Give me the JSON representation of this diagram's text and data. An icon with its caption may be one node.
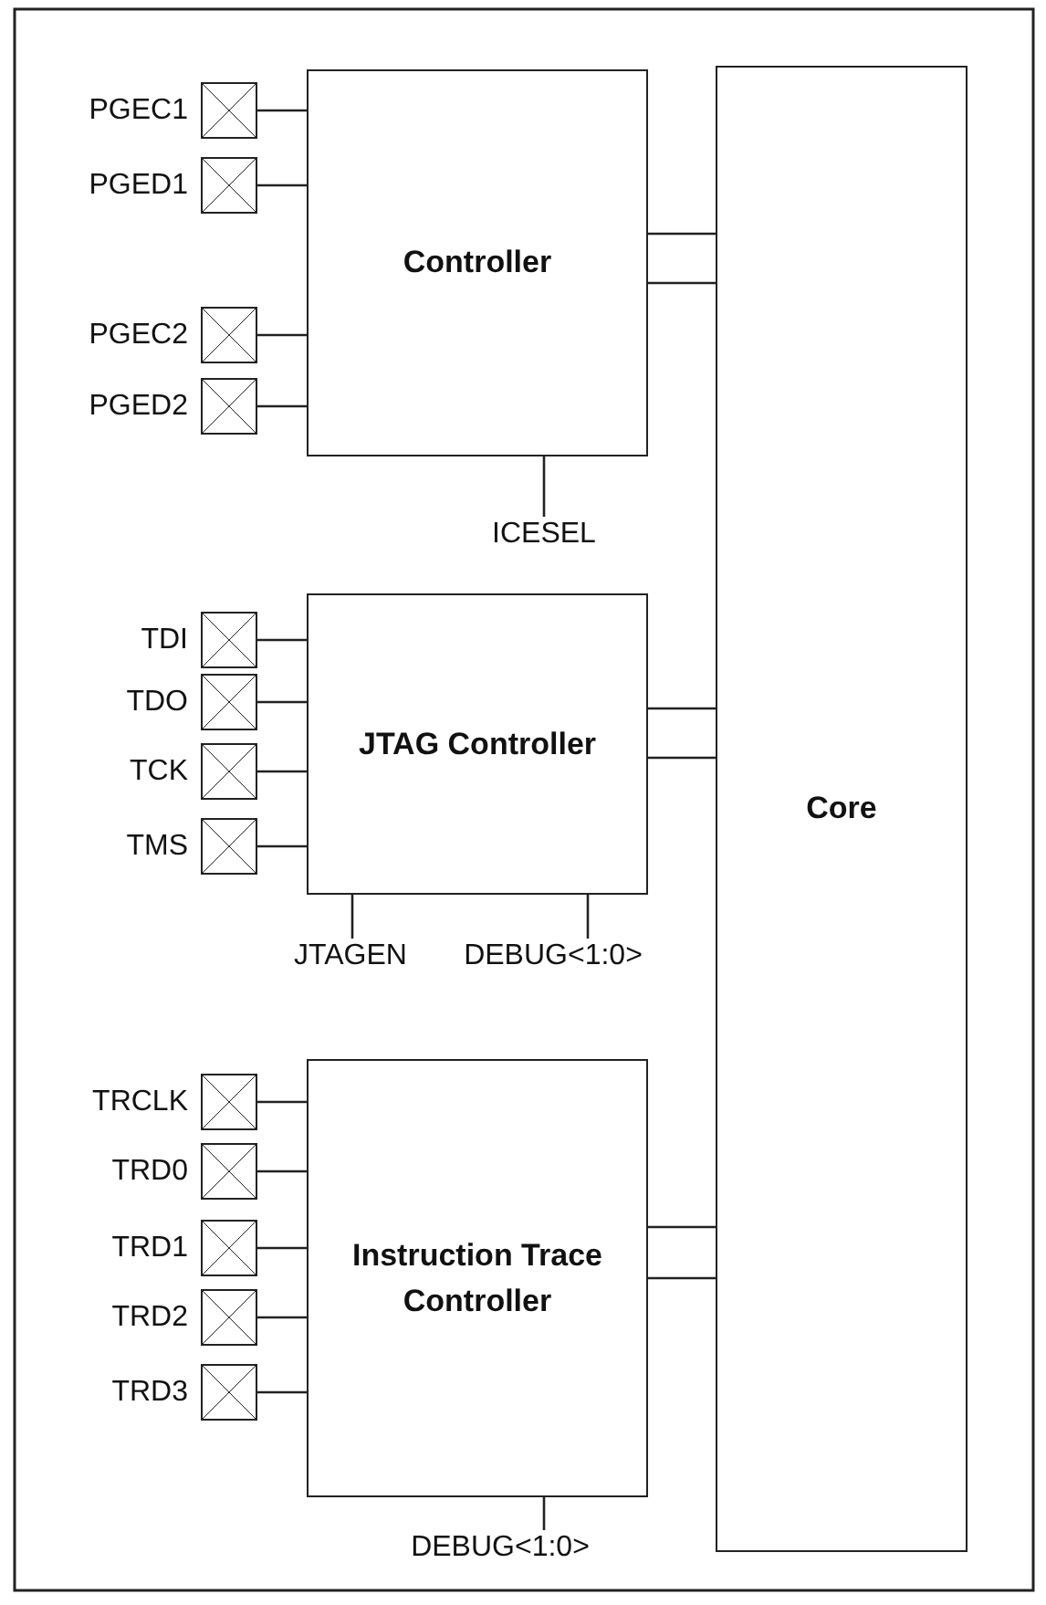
{
  "diagram": {
    "nodes": [
      {
        "text": [
          "Controller"
        ]
      },
      {
        "text": [],
        "shape": "box",
        "beside": [
          "PGEC1"
        ]
      },
      {
        "text": [],
        "shape": "box",
        "beside": [
          "PGED1"
        ]
      },
      {
        "text": [],
        "shape": "box",
        "beside": [
          "PGEC2"
        ]
      },
      {
        "text": [],
        "shape": "box",
        "beside": [
          "PGED2"
        ]
      },
      {
        "text": [
          "ICESEL"
        ]
      },
      {
        "text": [
          "JTAG Controller"
        ]
      },
      {
        "text": [],
        "shape": "box",
        "beside": [
          "TDI"
        ]
      },
      {
        "text": [],
        "shape": "box",
        "beside": [
          "TDO"
        ]
      },
      {
        "text": [],
        "shape": "box",
        "beside": [
          "TCK"
        ]
      },
      {
        "text": [],
        "shape": "box",
        "beside": [
          "TMS"
        ]
      },
      {
        "text": [
          "JTAGEN"
        ]
      },
      {
        "text": [
          "DEBUG<1:0>"
        ]
      },
      {
        "text": [
          "Instruction Trace Controller"
        ]
      },
      {
        "text": [],
        "shape": "box",
        "beside": [
          "TRCLK"
        ]
      },
      {
        "text": [],
        "shape": "box",
        "beside": [
          "TRD0"
        ]
      },
      {
        "text": [],
        "shape": "box",
        "beside": [
          "TRD1"
        ]
      },
      {
        "text": [],
        "shape": "box",
        "beside": [
          "TRD2"
        ]
      },
      {
        "text": [],
        "shape": "box",
        "beside": [
          "TRD3"
        ]
      },
      {
        "text": [
          "DEBUG<1:0>"
        ]
      },
      {
        "text": [
          "Core"
        ]
      }
    ],
    "edges": [
      {
        "from": 1,
        "to": 0,
        "arrow": "none"
      },
      {
        "from": 2,
        "to": 0,
        "arrow": "none"
      },
      {
        "from": 3,
        "to": 0,
        "arrow": "none"
      },
      {
        "from": 4,
        "to": 0,
        "arrow": "none"
      },
      {
        "from": 0,
        "to": 20,
        "arrow": "none"
      },
      {
        "from": 0,
        "to": 20,
        "arrow": "none"
      },
      {
        "from": 5,
        "to": 0,
        "arrow": "none"
      },
      {
        "from": 7,
        "to": 6,
        "arrow": "none"
      },
      {
        "from": 8,
        "to": 6,
        "arrow": "none"
      },
      {
        "from": 9,
        "to": 6,
        "arrow": "none"
      },
      {
        "from": 10,
        "to": 6,
        "arrow": "none"
      },
      {
        "from": 6,
        "to": 20,
        "arrow": "none"
      },
      {
        "from": 6,
        "to": 20,
        "arrow": "none"
      },
      {
        "from": 11,
        "to": 6,
        "arrow": "none"
      },
      {
        "from": 12,
        "to": 6,
        "arrow": "none"
      },
      {
        "from": 14,
        "to": 13,
        "arrow": "none"
      },
      {
        "from": 15,
        "to": 13,
        "arrow": "none"
      },
      {
        "from": 16,
        "to": 13,
        "arrow": "none"
      },
      {
        "from": 17,
        "to": 13,
        "arrow": "none"
      },
      {
        "from": 18,
        "to": 13,
        "arrow": "none"
      },
      {
        "from": 13,
        "to": 20,
        "arrow": "none"
      },
      {
        "from": 13,
        "to": 20,
        "arrow": "none"
      },
      {
        "from": 19,
        "to": 13,
        "arrow": "none"
      }
    ]
  }
}
